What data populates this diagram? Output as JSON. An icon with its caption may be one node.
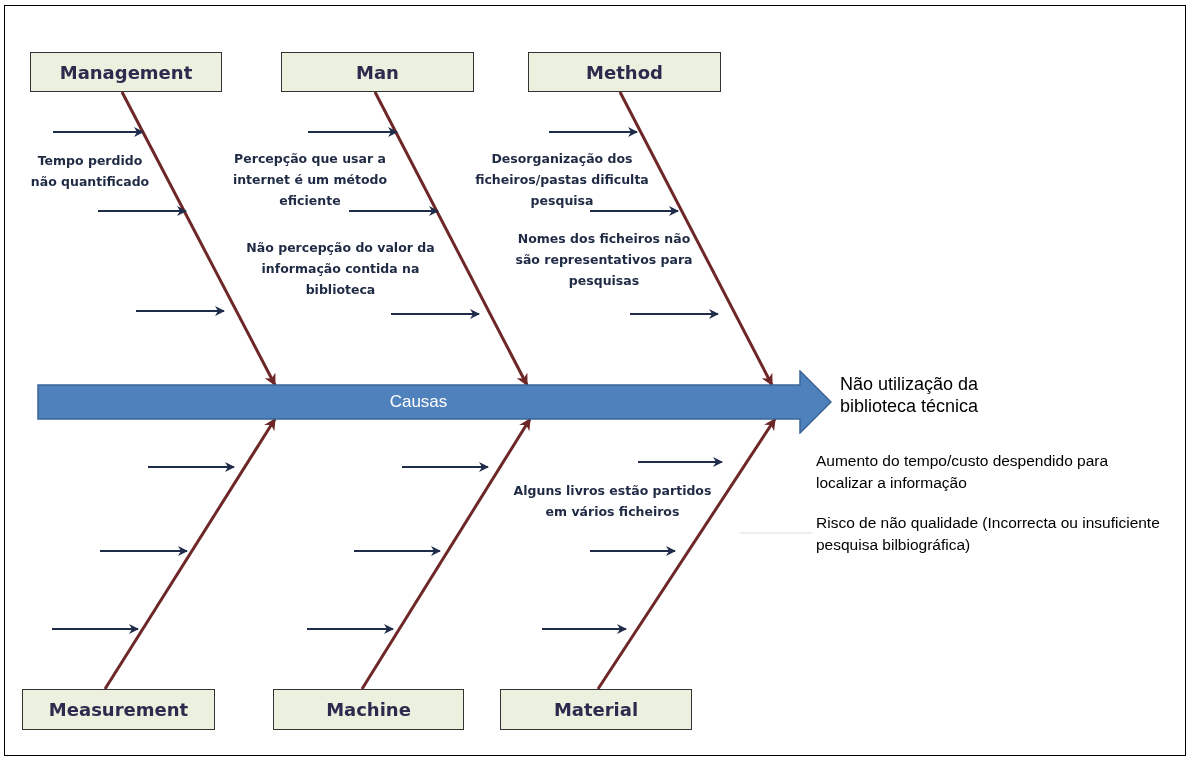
{
  "diagram": {
    "nodes": [
      {
        "text": [
          "Management"
        ]
      },
      {
        "text": [
          "Man"
        ]
      },
      {
        "text": [
          "Method"
        ]
      },
      {
        "text": [
          "Measurement"
        ]
      },
      {
        "text": [
          "Machine"
        ]
      },
      {
        "text": [
          "Material"
        ]
      },
      {
        "text": [
          "Causas"
        ],
        "beside": [
          "Não utilização da biblioteca técnica"
        ]
      }
    ],
    "edges": [
      {
        "from": 0,
        "to": 6,
        "arrow": "to"
      },
      {
        "from": 1,
        "to": 6,
        "arrow": "to"
      },
      {
        "from": 2,
        "to": 6,
        "arrow": "to"
      },
      {
        "from": 3,
        "to": 6,
        "arrow": "to"
      },
      {
        "from": 4,
        "to": 6,
        "arrow": "to"
      },
      {
        "from": 5,
        "to": 6,
        "arrow": "to"
      }
    ],
    "labels": [
      "Tempo perdido não quantificado",
      "Percepção que usar a internet é um método eficiente",
      "Desorganização dos ficheiros/pastas dificulta pesquisa",
      "Não percepção do valor da informação contida na biblioteca",
      "Nomes dos ficheiros não são representativos para pesquisas",
      "Alguns livros estão partidos em vários ficheiros",
      "Aumento do tempo/custo despendido para localizar a informação",
      "Risco de não qualidade (Incorrecta ou insuficiente pesquisa bilbiográfica)"
    ]
  }
}
